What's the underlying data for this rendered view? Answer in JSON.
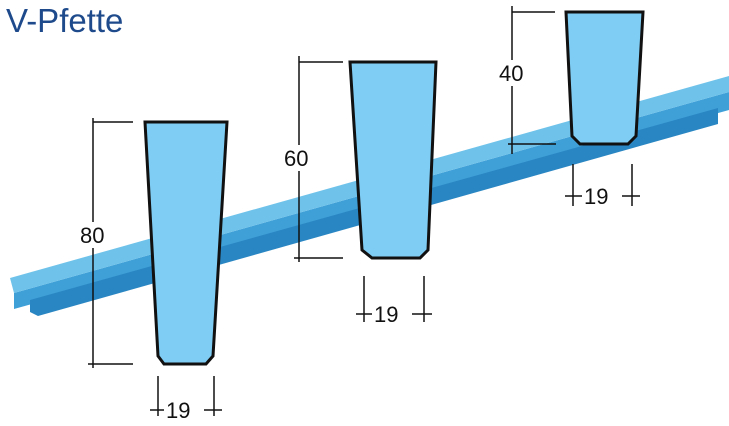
{
  "title": "V-Pfette",
  "colors": {
    "title": "#1e4a8c",
    "beam_top": "#6fc3ea",
    "beam_front": "#3fa0d8",
    "beam_shadow": "#2a86c2",
    "profile_fill": "#7fcdf4",
    "profile_stroke": "#111111",
    "dimension_line": "#111111"
  },
  "profiles": [
    {
      "height_label": "80",
      "width_label": "19"
    },
    {
      "height_label": "60",
      "width_label": "19"
    },
    {
      "height_label": "40",
      "width_label": "19"
    }
  ]
}
